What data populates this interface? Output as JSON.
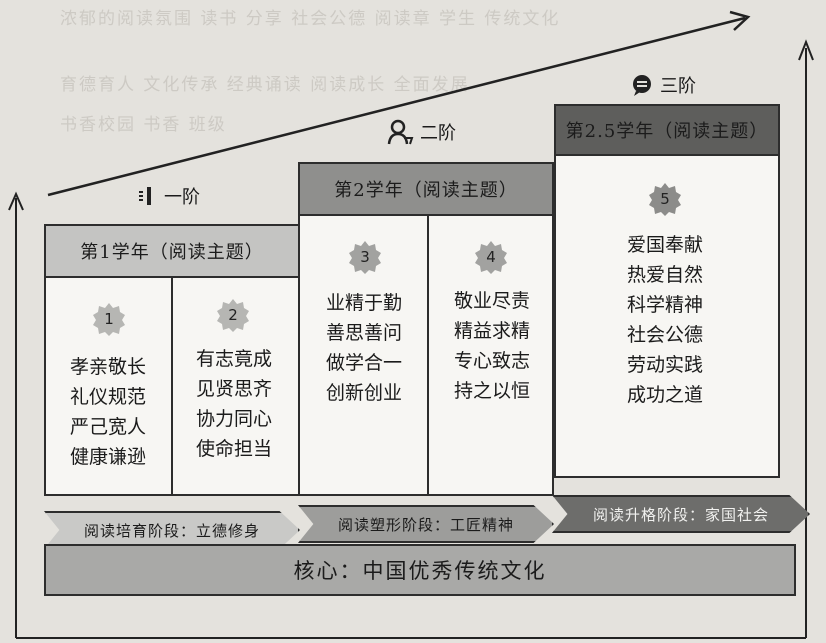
{
  "stages": {
    "stage1": {
      "label": "一阶"
    },
    "stage2": {
      "label": "二阶"
    },
    "stage3": {
      "label": "三阶"
    }
  },
  "years": [
    {
      "heading": "第1学年（阅读主题）"
    },
    {
      "heading": "第2学年（阅读主题）"
    },
    {
      "heading": "第2.5学年（阅读主题）"
    }
  ],
  "groups": [
    {
      "number": "1",
      "items": [
        "孝亲敬长",
        "礼仪规范",
        "严己宽人",
        "健康谦逊"
      ]
    },
    {
      "number": "2",
      "items": [
        "有志竟成",
        "见贤思齐",
        "协力同心",
        "使命担当"
      ]
    },
    {
      "number": "3",
      "items": [
        "业精于勤",
        "善思善问",
        "做学合一",
        "创新创业"
      ]
    },
    {
      "number": "4",
      "items": [
        "敬业尽责",
        "精益求精",
        "专心致志",
        "持之以恒"
      ]
    },
    {
      "number": "5",
      "items": [
        "爱国奉献",
        "热爱自然",
        "科学精神",
        "社会公德",
        "劳动实践",
        "成功之道"
      ]
    }
  ],
  "phases": [
    {
      "label": "阅读培育阶段：立德修身"
    },
    {
      "label": "阅读塑形阶段：工匠精神"
    },
    {
      "label": "阅读升格阶段：家国社会"
    }
  ],
  "core": {
    "label": "核心：中国优秀传统文化"
  }
}
